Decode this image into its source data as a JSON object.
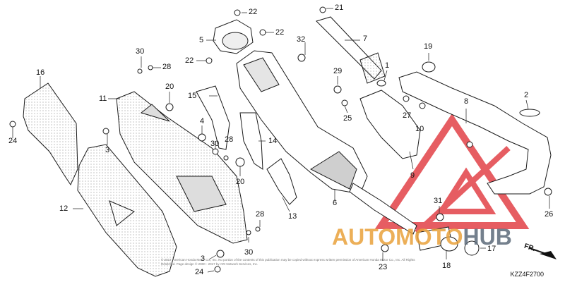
{
  "callouts": [
    {
      "id": "22a",
      "label": "22"
    },
    {
      "id": "21",
      "label": "21"
    },
    {
      "id": "5",
      "label": "5"
    },
    {
      "id": "22b",
      "label": "22"
    },
    {
      "id": "7",
      "label": "7"
    },
    {
      "id": "22c",
      "label": "22"
    },
    {
      "id": "32",
      "label": "32"
    },
    {
      "id": "19",
      "label": "19"
    },
    {
      "id": "30a",
      "label": "30"
    },
    {
      "id": "28a",
      "label": "28"
    },
    {
      "id": "16",
      "label": "16"
    },
    {
      "id": "1",
      "label": "1"
    },
    {
      "id": "29",
      "label": "29"
    },
    {
      "id": "11",
      "label": "11"
    },
    {
      "id": "20a",
      "label": "20"
    },
    {
      "id": "15",
      "label": "15"
    },
    {
      "id": "2",
      "label": "2"
    },
    {
      "id": "8",
      "label": "8"
    },
    {
      "id": "25",
      "label": "25"
    },
    {
      "id": "27",
      "label": "27"
    },
    {
      "id": "10",
      "label": "10"
    },
    {
      "id": "4",
      "label": "4"
    },
    {
      "id": "24a",
      "label": "24"
    },
    {
      "id": "3a",
      "label": "3"
    },
    {
      "id": "28b",
      "label": "28"
    },
    {
      "id": "30b",
      "label": "30"
    },
    {
      "id": "14",
      "label": "14"
    },
    {
      "id": "9",
      "label": "9"
    },
    {
      "id": "20b",
      "label": "20"
    },
    {
      "id": "26",
      "label": "26"
    },
    {
      "id": "6",
      "label": "6"
    },
    {
      "id": "12",
      "label": "12"
    },
    {
      "id": "13",
      "label": "13"
    },
    {
      "id": "31",
      "label": "31"
    },
    {
      "id": "28c",
      "label": "28"
    },
    {
      "id": "30c",
      "label": "30"
    },
    {
      "id": "17",
      "label": "17"
    },
    {
      "id": "3b",
      "label": "3"
    },
    {
      "id": "23",
      "label": "23"
    },
    {
      "id": "18",
      "label": "18"
    },
    {
      "id": "24b",
      "label": "24"
    }
  ],
  "diagram_code": "KZZ4F2700",
  "direction_label": "FR.",
  "copyright_text": "© 2017 American Honda Motor Co., Inc. No portion of the contents of this publication may be copied without express written permission of American Honda Motor Co., Inc. All Rights Reserved. Page design © 2000 - 2017 by ARI Network Services, Inc.",
  "watermark": {
    "part1": "AUTO",
    "part2": "MOTO",
    "part3": "HUB"
  },
  "colors": {
    "line": "#1a1a1a",
    "watermark_red": "#e0353b",
    "watermark_orange": "#e9a23b",
    "watermark_gray": "#5c6b7a",
    "part_fill": "#ffffff",
    "shade": "#bdbdbd"
  }
}
